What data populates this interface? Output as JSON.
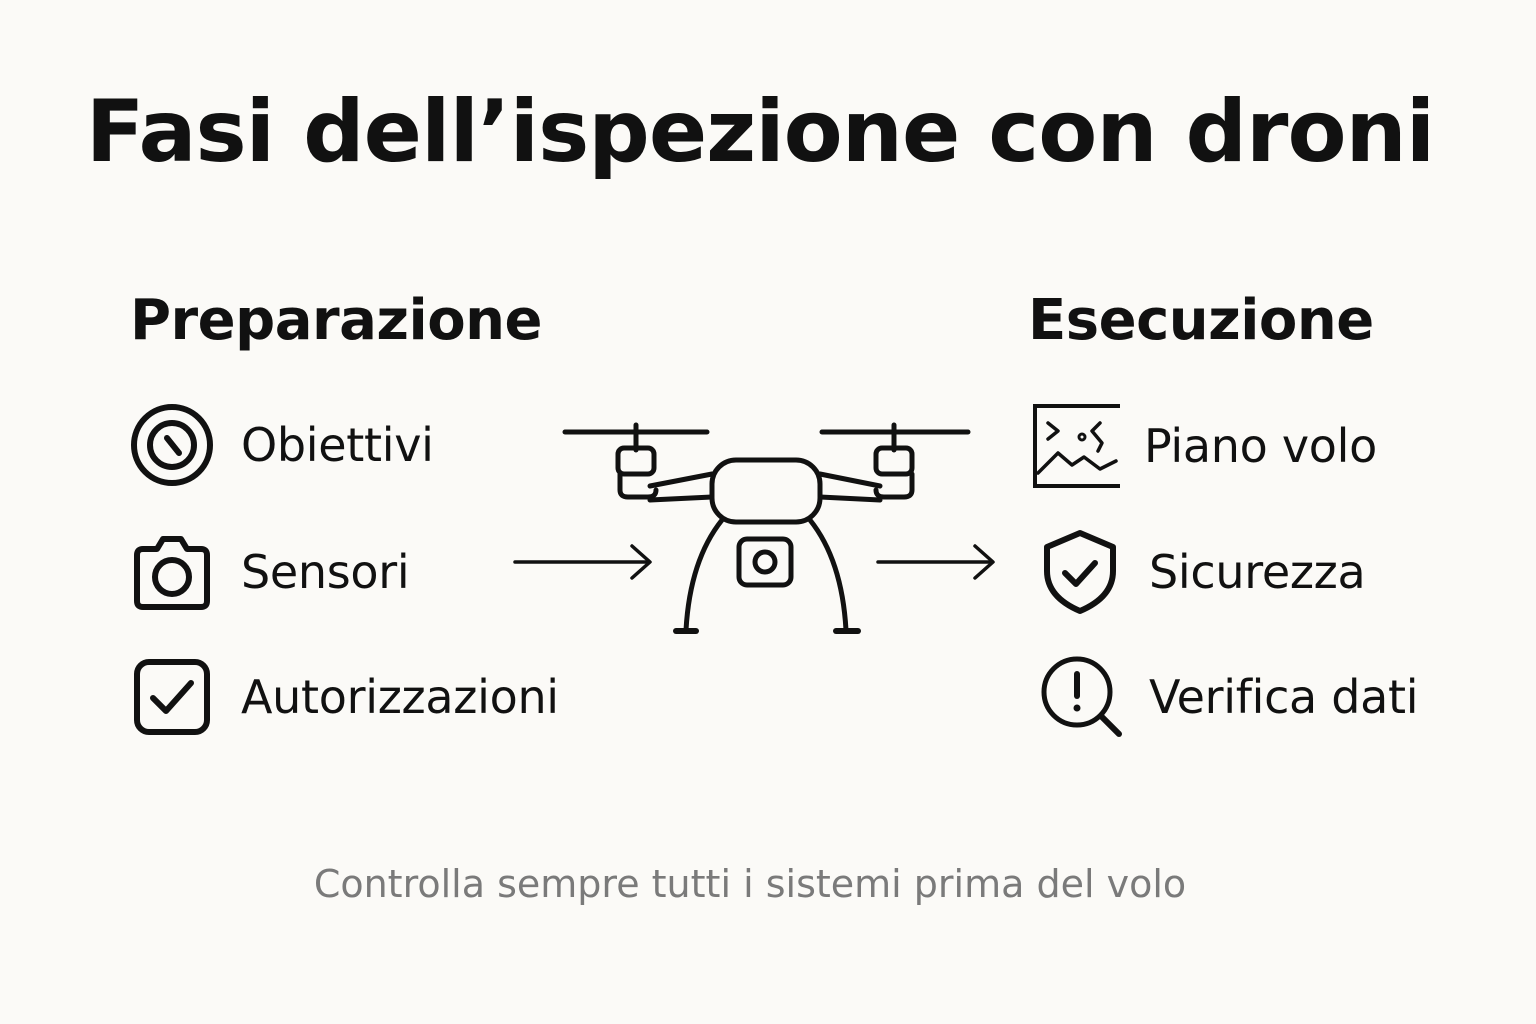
{
  "title": "Fasi dell’ispezione con droni",
  "preparation": {
    "heading": "Preparazione",
    "items": [
      {
        "label": "Obiettivi",
        "icon": "target-icon"
      },
      {
        "label": "Sensori",
        "icon": "camera-icon"
      },
      {
        "label": "Autorizzazioni",
        "icon": "checkbox-icon"
      }
    ]
  },
  "execution": {
    "heading": "Esecuzione",
    "items": [
      {
        "label": "Piano volo",
        "icon": "flight-map-icon"
      },
      {
        "label": "Sicurezza",
        "icon": "shield-check-icon"
      },
      {
        "label": "Verifica dati",
        "icon": "search-alert-icon"
      }
    ]
  },
  "footer": "Controlla sempre tutti i sistemi prima del volo",
  "colors": {
    "background": "#fbfaf7",
    "text": "#111111",
    "footer_text": "#7a7a7a"
  }
}
